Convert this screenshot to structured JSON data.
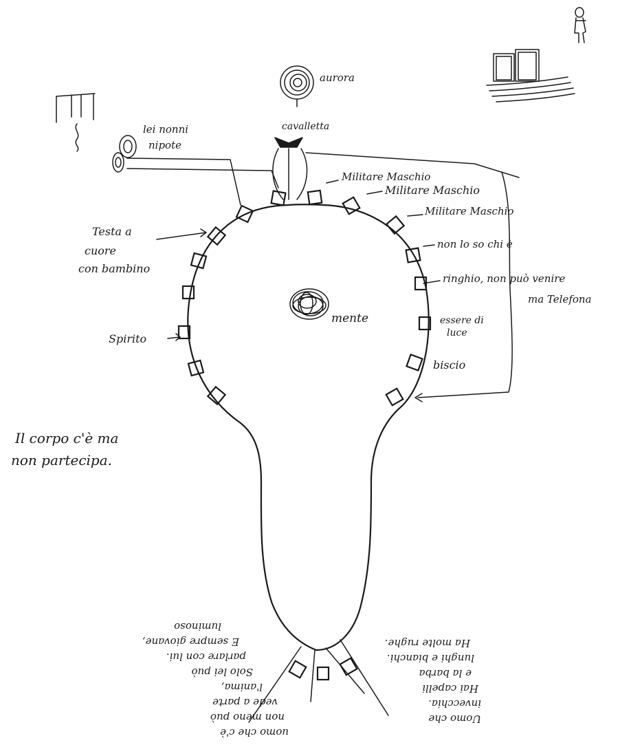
{
  "labels": {
    "aurora": "aurora",
    "cavalletta": "cavalletta",
    "nonni_l1": "lei nonni",
    "nonni_l2": "nipote",
    "militare_1": "Militare Maschio",
    "militare_2": "Militare Maschio",
    "militare_3": "Militare Maschio",
    "non_lo_so": "non lo so chi è",
    "ringhio_l1": "ringhio, non può venire",
    "ringhio_l2": "ma Telefona",
    "essere_luce_l1": "essere di",
    "essere_luce_l2": "luce",
    "biscio": "biscio",
    "testa_l1": "Testa a",
    "testa_l2": "cuore",
    "testa_l3": "con bambino",
    "spirito": "Spirito",
    "mente": "mente",
    "corpo_l1": "Il corpo c'è ma",
    "corpo_l2": "non partecipa.",
    "uomo_sx_l1": "uomo che c'è",
    "uomo_sx_l2": "non meno può",
    "uomo_sx_l3": "vede a parte",
    "uomo_sx_l4": "l'anima,",
    "uomo_sx_l5": "Solo lei può",
    "uomo_sx_l6": "parlare con lui.",
    "uomo_sx_l7": "E sempre giovane,",
    "uomo_sx_l8": "luminoso",
    "uomo_dx_l1": "Uomo che",
    "uomo_dx_l2": "invecchia.",
    "uomo_dx_l3": "Hai capelli",
    "uomo_dx_l4": "e la barba",
    "uomo_dx_l5": "lunghi e bianchi.",
    "uomo_dx_l6": "Ha molte rughe."
  }
}
